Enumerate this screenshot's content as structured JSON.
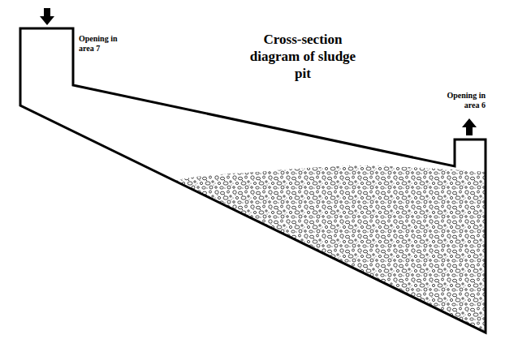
{
  "diagram": {
    "title": "Cross-section diagram of sludge pit",
    "labels": [
      "Opening in area 7",
      "Opening in area 6"
    ]
  }
}
